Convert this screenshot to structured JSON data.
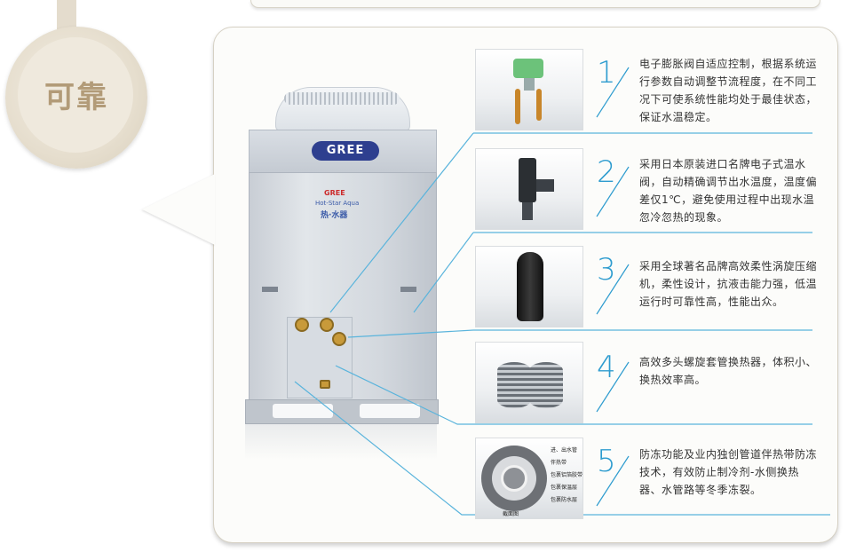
{
  "badge": {
    "label": "可靠"
  },
  "unit": {
    "brand": "GREE",
    "logo_small": "GREE",
    "logo_series": "Hot-Star Aqua",
    "logo_cn": "热·水器"
  },
  "features": [
    {
      "number": "1",
      "image": "electronic-expansion-valve",
      "text": "电子膨胀阀自适应控制，根据系统运行参数自动调整节流程度，在不同工况下可使系统性能均处于最佳状态，保证水温稳定。"
    },
    {
      "number": "2",
      "image": "thermostatic-valve",
      "text": "采用日本原装进口名牌电子式温水阀，自动精确调节出水温度，温度偏差仅1℃，避免使用过程中出现水温忽冷忽热的现象。"
    },
    {
      "number": "3",
      "image": "scroll-compressor",
      "text": "采用全球著名品牌高效柔性涡旋压缩机，柔性设计，抗液击能力强，低温运行时可靠性高，性能出众。"
    },
    {
      "number": "4",
      "image": "coil-heat-exchanger",
      "text": "高效多头螺旋套管换热器，体积小、换热效率高。"
    },
    {
      "number": "5",
      "image": "pipe-cross-section",
      "text": "防冻功能及业内独创管道伴热带防冻技术，有效防止制冷剂-水侧换热器、水管路等冬季冻裂。",
      "diagram_labels": [
        "进、出水管",
        "伴热带",
        "包裹铝箔胶带",
        "包裹保温层",
        "包裹防水层",
        "截面图"
      ]
    }
  ],
  "colors": {
    "accent": "#2e9ccf",
    "badge": "#b29b78",
    "brand_plate": "#2e3f8f"
  }
}
